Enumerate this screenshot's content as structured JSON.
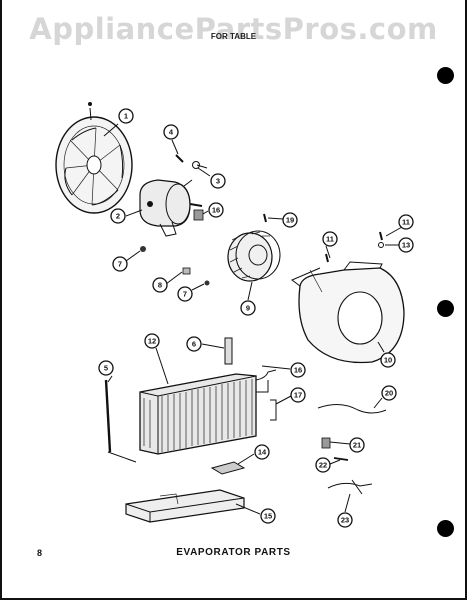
{
  "watermark": "AppliancePartsPros.com",
  "section_title": "FOR TABLE",
  "page_number": "8",
  "caption": "EVAPORATOR PARTS",
  "callouts": [
    "1",
    "2",
    "3",
    "4",
    "5",
    "6",
    "7",
    "7",
    "8",
    "9",
    "10",
    "11",
    "11",
    "12",
    "13",
    "14",
    "15",
    "16",
    "16",
    "17",
    "19",
    "20",
    "21",
    "22",
    "23"
  ]
}
